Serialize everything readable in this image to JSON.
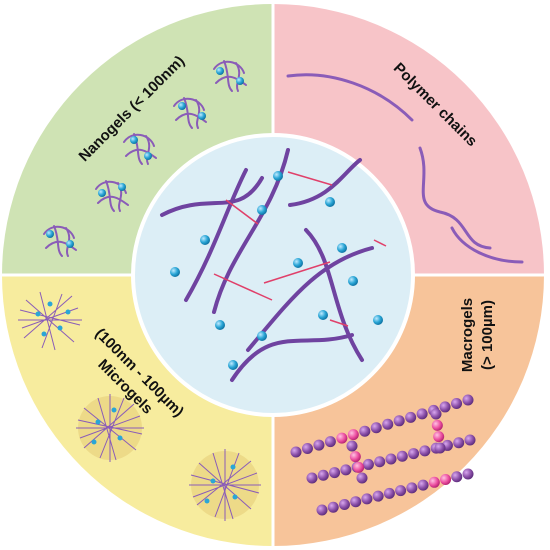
{
  "quadrants": {
    "nanogels": {
      "label": "Nanogels (< 100nm)",
      "color": "#cfe3b4"
    },
    "polymer_chains": {
      "label": "Polymer chains",
      "color": "#f7c4c8"
    },
    "macrogels": {
      "label_line1": "Macrogels",
      "label_line2": "(> 100µm)",
      "color": "#f7c49a"
    },
    "microgels": {
      "label_line1": "Microgels",
      "label_line2": "(100nm - 100µm)",
      "color": "#f7ec9e"
    }
  },
  "center": {
    "color": "#dceef6"
  },
  "colors": {
    "chain": "#8a5cb8",
    "chain_dark": "#6f43a0",
    "crosslink": "#e0406a",
    "particle": "#2aa6d6",
    "bead": "#8a4fa8",
    "bead_link": "#ec4fa0"
  },
  "icons": [
    "nanogel-icon",
    "polymer-chain-icon",
    "hydrogel-network-icon",
    "microgel-icon",
    "macrogel-bead-icon"
  ]
}
